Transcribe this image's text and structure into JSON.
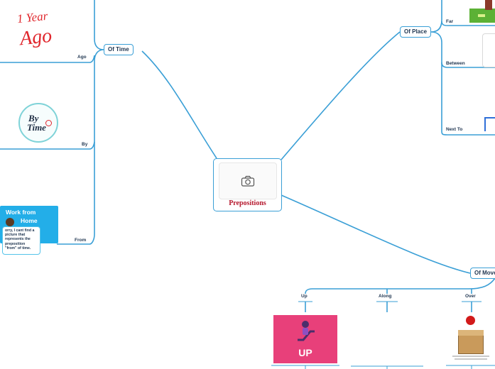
{
  "central": {
    "title": "Prepositions",
    "icon": "camera-icon"
  },
  "branches": {
    "of_time": "Of Time",
    "of_place": "Of Place",
    "of_movement": "Of Move"
  },
  "time_items": {
    "ago": "Ago",
    "by": "By",
    "from": "From"
  },
  "place_items": {
    "far": "Far",
    "between": "Between",
    "next_to": "Next To"
  },
  "movement_items": {
    "up": "Up",
    "along": "Along",
    "over": "Over"
  },
  "images": {
    "ago_text_top": "1 Year",
    "ago_text_bottom": "Ago",
    "by_text_top": "By",
    "by_text_bottom": "Time",
    "from_card_line1": "Work from",
    "from_card_line2": "Home",
    "up_card": "UP"
  },
  "notes": {
    "from_note": "orry, I cant find a picture that represents the preposition \"from\" of time."
  },
  "colors": {
    "connector": "#3a9fd6",
    "title": "#b5172c",
    "up_card": "#e8407a",
    "from_card": "#23aee8"
  }
}
